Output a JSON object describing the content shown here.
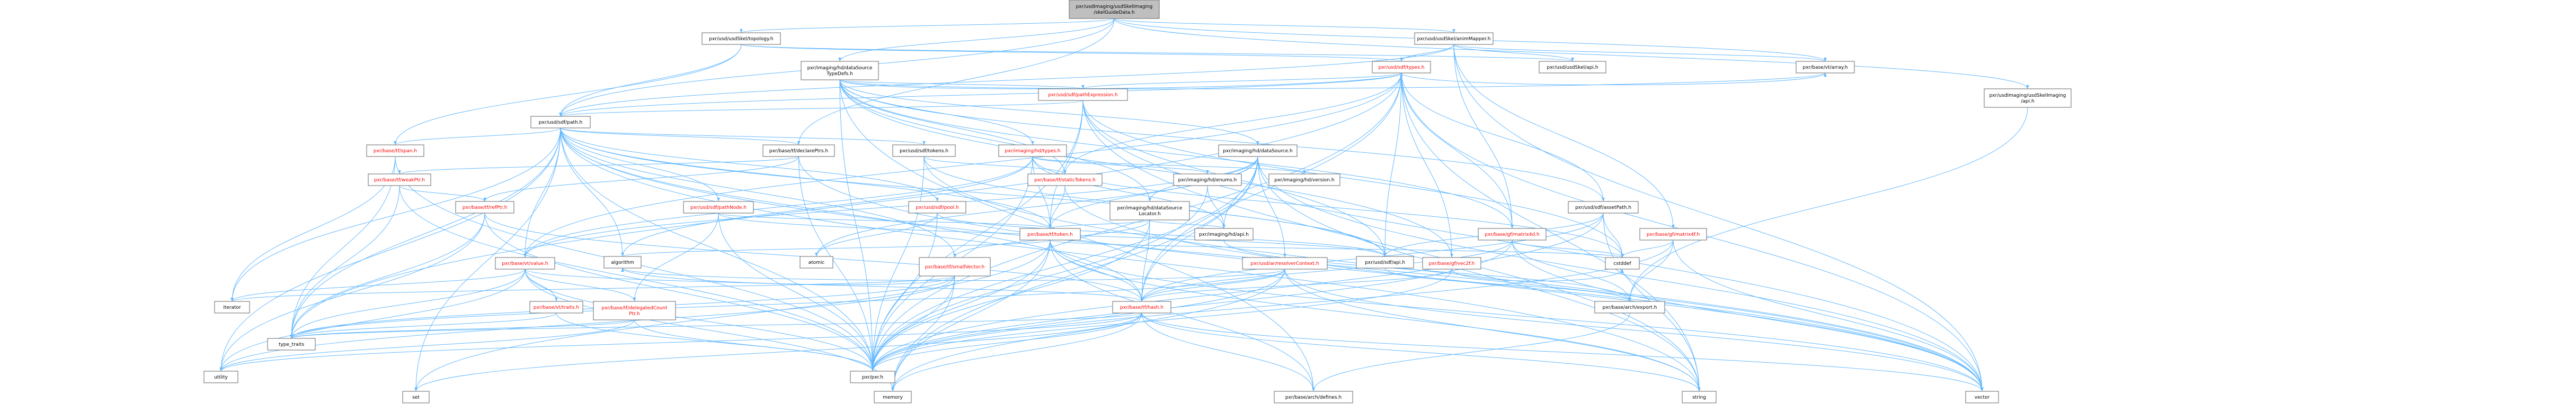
{
  "colors": {
    "root_fill": "#bfbfbf",
    "node_fill": "#ffffff",
    "red_fill": "#ffffff",
    "edge": "#63b8ff",
    "red_text": "#ff0000"
  },
  "nodes": [
    {
      "id": "root",
      "label": [
        "pxr/usdImaging/usdSkelImaging",
        "/skelGuideData.h"
      ],
      "type": "root"
    },
    {
      "id": "topology",
      "label": [
        "pxr/usd/usdSkel/topology.h"
      ],
      "type": "normal"
    },
    {
      "id": "animMapper",
      "label": [
        "pxr/usd/usdSkel/animMapper.h"
      ],
      "type": "normal"
    },
    {
      "id": "dataSourceTypeDefs",
      "label": [
        "pxr/imaging/hd/dataSource",
        "TypeDefs.h"
      ],
      "type": "normal"
    },
    {
      "id": "types",
      "label": [
        "pxr/usd/sdf/types.h"
      ],
      "type": "red"
    },
    {
      "id": "usdSkelApi",
      "label": [
        "pxr/usd/usdSkel/api.h"
      ],
      "type": "normal"
    },
    {
      "id": "vtArray",
      "label": [
        "pxr/base/vt/array.h"
      ],
      "type": "normal"
    },
    {
      "id": "pathExpression",
      "label": [
        "pxr/usd/sdf/pathExpression.h"
      ],
      "type": "red"
    },
    {
      "id": "skelImagingApi",
      "label": [
        "pxr/usdImaging/usdSkelImaging",
        "/api.h"
      ],
      "type": "normal"
    },
    {
      "id": "sdfPath",
      "label": [
        "pxr/usd/sdf/path.h"
      ],
      "type": "normal"
    },
    {
      "id": "span",
      "label": [
        "pxr/base/tf/span.h"
      ],
      "type": "red"
    },
    {
      "id": "declarePtrs",
      "label": [
        "pxr/base/tf/declarePtrs.h"
      ],
      "type": "normal"
    },
    {
      "id": "sdfTokens",
      "label": [
        "pxr/usd/sdf/tokens.h"
      ],
      "type": "normal"
    },
    {
      "id": "hdTypes",
      "label": [
        "pxr/imaging/hd/types.h"
      ],
      "type": "red"
    },
    {
      "id": "dataSource",
      "label": [
        "pxr/imaging/hd/dataSource.h"
      ],
      "type": "normal"
    },
    {
      "id": "weakPtr",
      "label": [
        "pxr/base/tf/weakPtr.h"
      ],
      "type": "red"
    },
    {
      "id": "refPtr",
      "label": [
        "pxr/base/tf/refPtr.h"
      ],
      "type": "red"
    },
    {
      "id": "hash",
      "label": [
        "pxr/base/tf/hash.h"
      ],
      "type": "red"
    },
    {
      "id": "pathNode",
      "label": [
        "pxr/usd/sdf/pathNode.h"
      ],
      "type": "red"
    },
    {
      "id": "pool",
      "label": [
        "pxr/usd/sdf/pool.h"
      ],
      "type": "red"
    },
    {
      "id": "staticTokens",
      "label": [
        "pxr/base/tf/staticTokens.h"
      ],
      "type": "red"
    },
    {
      "id": "hdEnums",
      "label": [
        "pxr/imaging/hd/enums.h"
      ],
      "type": "normal"
    },
    {
      "id": "hdVersion",
      "label": [
        "pxr/imaging/hd/version.h"
      ],
      "type": "normal"
    },
    {
      "id": "dataSourceLocator",
      "label": [
        "pxr/imaging/hd/dataSource",
        "Locator.h"
      ],
      "type": "normal"
    },
    {
      "id": "assetPath",
      "label": [
        "pxr/usd/sdf/assetPath.h"
      ],
      "type": "normal"
    },
    {
      "id": "matrix4d",
      "label": [
        "pxr/base/gf/matrix4d.h"
      ],
      "type": "red"
    },
    {
      "id": "matrix4f",
      "label": [
        "pxr/base/gf/matrix4f.h"
      ],
      "type": "red"
    },
    {
      "id": "tfToken",
      "label": [
        "pxr/base/tf/token.h"
      ],
      "type": "red"
    },
    {
      "id": "sdfApi",
      "label": [
        "pxr/usd/sdf/api.h"
      ],
      "type": "normal"
    },
    {
      "id": "vtValue",
      "label": [
        "pxr/base/vt/value.h"
      ],
      "type": "red"
    },
    {
      "id": "smallVector",
      "label": [
        "pxr/base/tf/smallVector.h"
      ],
      "type": "red"
    },
    {
      "id": "arResolverContext",
      "label": [
        "pxr/usd/ar/resolverContext.h"
      ],
      "type": "red"
    },
    {
      "id": "vec2f",
      "label": [
        "pxr/base/gf/vec2f.h"
      ],
      "type": "red"
    },
    {
      "id": "hdApi",
      "label": [
        "pxr/imaging/hd/api.h"
      ],
      "type": "normal"
    },
    {
      "id": "delegatedCountPtr",
      "label": [
        "pxr/base/tf/delegatedCount",
        "Ptr.h"
      ],
      "type": "red"
    },
    {
      "id": "traits",
      "label": [
        "pxr/base/vt/traits.h"
      ],
      "type": "red"
    },
    {
      "id": "arExport",
      "label": [
        "pxr/base/arch/export.h"
      ],
      "type": "normal"
    },
    {
      "id": "iterator",
      "label": [
        "iterator"
      ],
      "type": "normal"
    },
    {
      "id": "algorithm",
      "label": [
        "algorithm"
      ],
      "type": "normal"
    },
    {
      "id": "atomic",
      "label": [
        "atomic"
      ],
      "type": "normal"
    },
    {
      "id": "cstddef",
      "label": [
        "cstddef"
      ],
      "type": "normal"
    },
    {
      "id": "typeTraits",
      "label": [
        "type_traits"
      ],
      "type": "normal"
    },
    {
      "id": "utility",
      "label": [
        "utility"
      ],
      "type": "normal"
    },
    {
      "id": "set",
      "label": [
        "set"
      ],
      "type": "normal"
    },
    {
      "id": "pxrH",
      "label": [
        "pxr/pxr.h"
      ],
      "type": "normal"
    },
    {
      "id": "memory",
      "label": [
        "memory"
      ],
      "type": "normal"
    },
    {
      "id": "archDefines",
      "label": [
        "pxr/base/arch/defines.h"
      ],
      "type": "normal"
    },
    {
      "id": "string",
      "label": [
        "string"
      ],
      "type": "normal"
    },
    {
      "id": "vector",
      "label": [
        "vector"
      ],
      "type": "normal"
    }
  ],
  "edges": [
    [
      "root",
      "topology"
    ],
    [
      "root",
      "animMapper"
    ],
    [
      "root",
      "dataSourceTypeDefs"
    ],
    [
      "root",
      "sdfPath"
    ],
    [
      "root",
      "declarePtrs"
    ],
    [
      "root",
      "skelImagingApi"
    ],
    [
      "root",
      "vtArray"
    ],
    [
      "topology",
      "sdfPath"
    ],
    [
      "topology",
      "span"
    ],
    [
      "topology",
      "usdSkelApi"
    ],
    [
      "topology",
      "types"
    ],
    [
      "animMapper",
      "types"
    ],
    [
      "animMapper",
      "usdSkelApi"
    ],
    [
      "animMapper",
      "vtArray"
    ],
    [
      "animMapper",
      "matrix4d"
    ],
    [
      "animMapper",
      "matrix4f"
    ],
    [
      "animMapper",
      "vector"
    ],
    [
      "animMapper",
      "sdfPath"
    ],
    [
      "dataSourceTypeDefs",
      "types"
    ],
    [
      "dataSourceTypeDefs",
      "pathExpression"
    ],
    [
      "dataSourceTypeDefs",
      "dataSource"
    ],
    [
      "dataSourceTypeDefs",
      "hdTypes"
    ],
    [
      "dataSourceTypeDefs",
      "vtArray"
    ],
    [
      "dataSourceTypeDefs",
      "assetPath"
    ],
    [
      "dataSourceTypeDefs",
      "matrix4d"
    ],
    [
      "dataSourceTypeDefs",
      "vec2f"
    ],
    [
      "dataSourceTypeDefs",
      "dataSourceLocator"
    ],
    [
      "dataSourceTypeDefs",
      "pxrH"
    ],
    [
      "dataSourceTypeDefs",
      "staticTokens"
    ],
    [
      "dataSourceTypeDefs",
      "archDefines"
    ],
    [
      "types",
      "pathExpression"
    ],
    [
      "types",
      "vtArray"
    ],
    [
      "types",
      "sdfPath"
    ],
    [
      "types",
      "assetPath"
    ],
    [
      "types",
      "vtValue"
    ],
    [
      "types",
      "matrix4d"
    ],
    [
      "types",
      "staticTokens"
    ],
    [
      "types",
      "string"
    ],
    [
      "types",
      "vector"
    ],
    [
      "types",
      "sdfApi"
    ],
    [
      "types",
      "vec2f"
    ],
    [
      "types",
      "pxrH"
    ],
    [
      "types",
      "typeTraits"
    ],
    [
      "types",
      "hash"
    ],
    [
      "pathExpression",
      "sdfPath"
    ],
    [
      "pathExpression",
      "pxrH"
    ],
    [
      "pathExpression",
      "sdfApi"
    ],
    [
      "pathExpression",
      "string"
    ],
    [
      "pathExpression",
      "vector"
    ],
    [
      "pathExpression",
      "tfToken"
    ],
    [
      "pathExpression",
      "cstddef"
    ],
    [
      "skelImagingApi",
      "arExport"
    ],
    [
      "sdfPath",
      "span"
    ],
    [
      "sdfPath",
      "declarePtrs"
    ],
    [
      "sdfPath",
      "sdfTokens"
    ],
    [
      "sdfPath",
      "pathNode"
    ],
    [
      "sdfPath",
      "pool"
    ],
    [
      "sdfPath",
      "tfToken"
    ],
    [
      "sdfPath",
      "sdfApi"
    ],
    [
      "sdfPath",
      "hash"
    ],
    [
      "sdfPath",
      "iterator"
    ],
    [
      "sdfPath",
      "algorithm"
    ],
    [
      "sdfPath",
      "set"
    ],
    [
      "sdfPath",
      "string"
    ],
    [
      "sdfPath",
      "typeTraits"
    ],
    [
      "sdfPath",
      "utility"
    ],
    [
      "sdfPath",
      "vector"
    ],
    [
      "sdfPath",
      "pxrH"
    ],
    [
      "sdfPath",
      "vtValue"
    ],
    [
      "sdfPath",
      "smallVector"
    ],
    [
      "span",
      "iterator"
    ],
    [
      "span",
      "typeTraits"
    ],
    [
      "span",
      "pxrH"
    ],
    [
      "declarePtrs",
      "weakPtr"
    ],
    [
      "declarePtrs",
      "refPtr"
    ],
    [
      "declarePtrs",
      "pxrH"
    ],
    [
      "declarePtrs",
      "vector"
    ],
    [
      "weakPtr",
      "refPtr"
    ],
    [
      "weakPtr",
      "pxrH"
    ],
    [
      "weakPtr",
      "typeTraits"
    ],
    [
      "refPtr",
      "hash"
    ],
    [
      "refPtr",
      "pxrH"
    ],
    [
      "refPtr",
      "typeTraits"
    ],
    [
      "refPtr",
      "utility"
    ],
    [
      "sdfTokens",
      "staticTokens"
    ],
    [
      "sdfTokens",
      "sdfApi"
    ],
    [
      "sdfTokens",
      "pxrH"
    ],
    [
      "sdfTokens",
      "vector"
    ],
    [
      "hdTypes",
      "hdEnums"
    ],
    [
      "hdTypes",
      "hdVersion"
    ],
    [
      "hdTypes",
      "hdApi"
    ],
    [
      "hdTypes",
      "vtValue"
    ],
    [
      "hdTypes",
      "pxrH"
    ],
    [
      "hdTypes",
      "tfToken"
    ],
    [
      "hdTypes",
      "algorithm"
    ],
    [
      "hdTypes",
      "cstddef"
    ],
    [
      "dataSource",
      "dataSourceLocator"
    ],
    [
      "dataSource",
      "hdApi"
    ],
    [
      "dataSource",
      "vtValue"
    ],
    [
      "dataSource",
      "tfToken"
    ],
    [
      "dataSource",
      "pxrH"
    ],
    [
      "dataSource",
      "memory"
    ],
    [
      "dataSource",
      "vector"
    ],
    [
      "dataSource",
      "atomic"
    ],
    [
      "dataSource",
      "string"
    ],
    [
      "dataSource",
      "arResolverContext"
    ],
    [
      "dataSource",
      "hash"
    ],
    [
      "pathNode",
      "tfToken"
    ],
    [
      "pathNode",
      "delegatedCountPtr"
    ],
    [
      "pathNode",
      "sdfApi"
    ],
    [
      "pathNode",
      "pxrH"
    ],
    [
      "pool",
      "atomic"
    ],
    [
      "pool",
      "sdfApi"
    ],
    [
      "pool",
      "pxrH"
    ],
    [
      "staticTokens",
      "tfToken"
    ],
    [
      "staticTokens",
      "vector"
    ],
    [
      "hdEnums",
      "hdApi"
    ],
    [
      "hdEnums",
      "pxrH"
    ],
    [
      "dataSourceLocator",
      "tfToken"
    ],
    [
      "dataSourceLocator",
      "smallVector"
    ],
    [
      "dataSourceLocator",
      "hash"
    ],
    [
      "dataSourceLocator",
      "hdApi"
    ],
    [
      "dataSourceLocator",
      "pxrH"
    ],
    [
      "assetPath",
      "sdfApi"
    ],
    [
      "assetPath",
      "hash"
    ],
    [
      "assetPath",
      "pxrH"
    ],
    [
      "assetPath",
      "string"
    ],
    [
      "assetPath",
      "cstddef"
    ],
    [
      "matrix4d",
      "cstddef"
    ],
    [
      "matrix4d",
      "pxrH"
    ],
    [
      "matrix4d",
      "vector"
    ],
    [
      "matrix4d",
      "arExport"
    ],
    [
      "matrix4d",
      "hash"
    ],
    [
      "matrix4f",
      "cstddef"
    ],
    [
      "matrix4f",
      "pxrH"
    ],
    [
      "matrix4f",
      "vector"
    ],
    [
      "matrix4f",
      "arExport"
    ],
    [
      "tfToken",
      "hash"
    ],
    [
      "tfToken",
      "pxrH"
    ],
    [
      "tfToken",
      "string"
    ],
    [
      "tfToken",
      "vector"
    ],
    [
      "tfToken",
      "set"
    ],
    [
      "tfToken",
      "archDefines"
    ],
    [
      "tfToken",
      "cstddef"
    ],
    [
      "tfToken",
      "memory"
    ],
    [
      "tfToken",
      "algorithm"
    ],
    [
      "sdfApi",
      "arExport"
    ],
    [
      "vtValue",
      "traits"
    ],
    [
      "vtValue",
      "delegatedCountPtr"
    ],
    [
      "vtValue",
      "hash"
    ],
    [
      "vtValue",
      "pxrH"
    ],
    [
      "vtValue",
      "typeTraits"
    ],
    [
      "vtValue",
      "iterator"
    ],
    [
      "vtValue",
      "memory"
    ],
    [
      "vtValue",
      "utility"
    ],
    [
      "smallVector",
      "memory"
    ],
    [
      "smallVector",
      "pxrH"
    ],
    [
      "smallVector",
      "algorithm"
    ],
    [
      "smallVector",
      "iterator"
    ],
    [
      "smallVector",
      "typeTraits"
    ],
    [
      "smallVector",
      "utility"
    ],
    [
      "arResolverContext",
      "hash"
    ],
    [
      "arResolverContext",
      "pxrH"
    ],
    [
      "arResolverContext",
      "memory"
    ],
    [
      "arResolverContext",
      "string"
    ],
    [
      "arResolverContext",
      "vector"
    ],
    [
      "arResolverContext",
      "typeTraits"
    ],
    [
      "arResolverContext",
      "algorithm"
    ],
    [
      "vec2f",
      "hash"
    ],
    [
      "vec2f",
      "pxrH"
    ],
    [
      "vec2f",
      "cstddef"
    ],
    [
      "hdApi",
      "arExport"
    ],
    [
      "delegatedCountPtr",
      "pxrH"
    ],
    [
      "delegatedCountPtr",
      "typeTraits"
    ],
    [
      "delegatedCountPtr",
      "utility"
    ],
    [
      "traits",
      "typeTraits"
    ],
    [
      "traits",
      "pxrH"
    ],
    [
      "hash",
      "pxrH"
    ],
    [
      "hash",
      "string"
    ],
    [
      "hash",
      "vector"
    ],
    [
      "hash",
      "set"
    ],
    [
      "hash",
      "utility"
    ],
    [
      "hash",
      "typeTraits"
    ],
    [
      "hash",
      "memory"
    ],
    [
      "hash",
      "archDefines"
    ],
    [
      "arExport",
      "archDefines"
    ]
  ]
}
